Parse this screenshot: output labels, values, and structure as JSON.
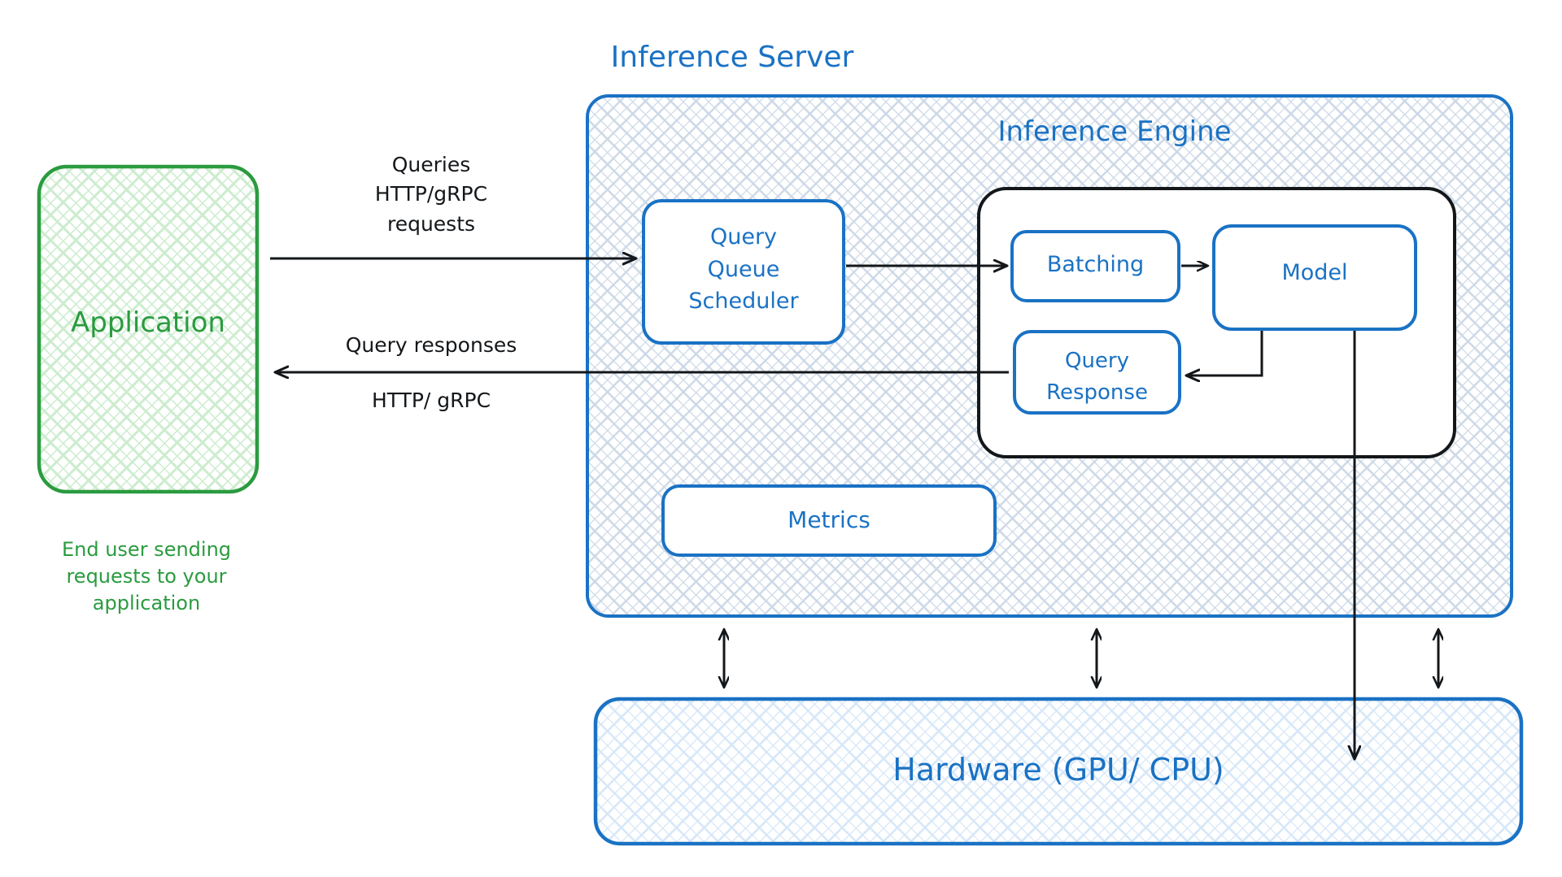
{
  "diagram": {
    "title_application": "Application",
    "caption_application": "End user sending\nrequests to your\napplication",
    "title_inference_server": "Inference Server",
    "title_inference_engine": "Inference Engine",
    "nodes": {
      "application": "Application",
      "query_queue_scheduler": "Query\nQueue\nScheduler",
      "batching": "Batching",
      "model": "Model",
      "query_response": "Query\nResponse",
      "metrics": "Metrics",
      "hardware": "Hardware (GPU/ CPU)"
    },
    "edge_labels": {
      "queries_request": "Queries\nHTTP/gRPC\nrequests",
      "query_responses": "Query responses",
      "query_responses_proto": "HTTP/ gRPC"
    },
    "colors": {
      "blue_stroke": "#1a72c4",
      "blue_text": "#1a72c4",
      "green_stroke": "#2a9b3f",
      "green_text": "#2a9b3f",
      "black_stroke": "#14171a",
      "hatch_blue": "#b9cbe0",
      "hatch_green": "#c9e8cd",
      "hatch_light_blue": "#cfe3f5",
      "white_fill": "#ffffff",
      "page_background": "#ffffff"
    }
  }
}
